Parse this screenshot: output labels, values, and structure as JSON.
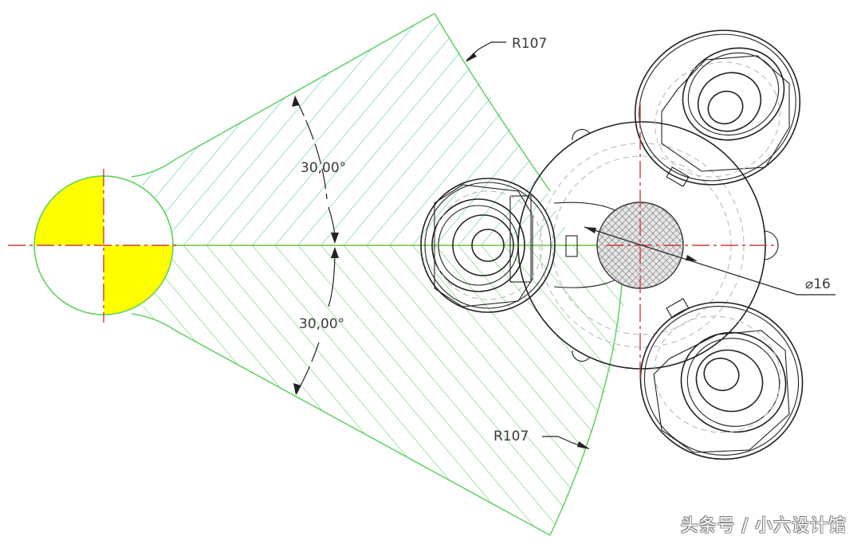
{
  "drawing": {
    "colors": {
      "background": "#ffffff",
      "outline_green": "#5fd35f",
      "hatch_upper": "#5ccfc2",
      "hatch_lower": "#6fd46f",
      "fill_yellow": "#ffff00",
      "centerline_red": "#d23a3a",
      "part_lines": "#222222",
      "hidden_lines": "#b9b9b9",
      "crosshatch": "#555555"
    },
    "dimensions": {
      "angle_upper": "30,00°",
      "angle_lower": "30,00°",
      "radius_upper": "R107",
      "radius_lower": "R107",
      "diameter": "⌀16"
    },
    "features": [
      {
        "name": "pivot-circle",
        "fill": "yellow quadrants"
      },
      {
        "name": "upper-sector",
        "hatch": "cyan"
      },
      {
        "name": "lower-sector",
        "hatch": "green"
      },
      {
        "name": "rotating-nut-left"
      },
      {
        "name": "rotating-nut-upper-right"
      },
      {
        "name": "rotating-nut-lower-right"
      },
      {
        "name": "center-disc",
        "hatch": "crosshatch"
      }
    ]
  },
  "watermark": "头条号 / 小六设计馆"
}
